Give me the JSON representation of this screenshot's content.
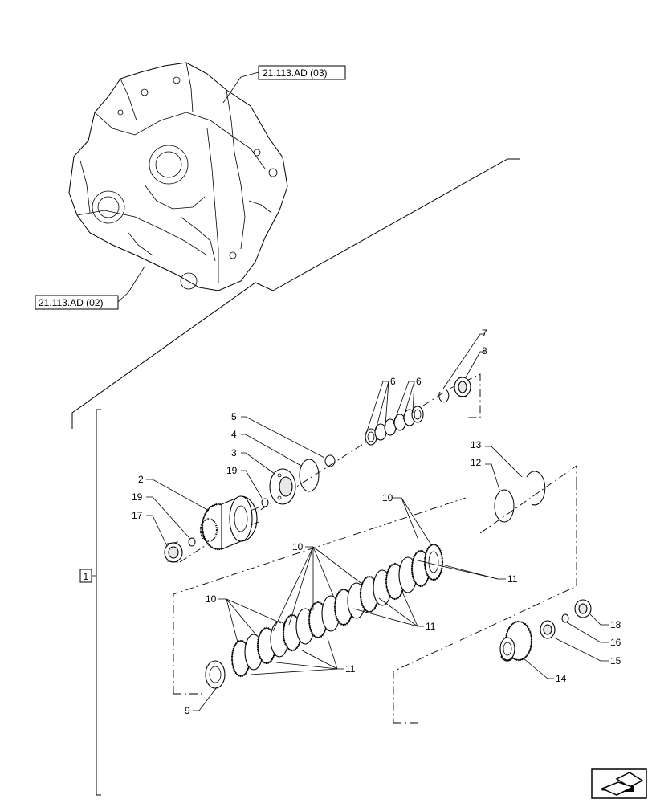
{
  "references": {
    "upper": "21.113.AD (03)",
    "lower": "21.113.AD (02)"
  },
  "group_label": "1",
  "callouts": {
    "c2": "2",
    "c3": "3",
    "c4": "4",
    "c5": "5",
    "c6a": "6",
    "c6b": "6",
    "c7": "7",
    "c8": "8",
    "c9": "9",
    "c10a": "10",
    "c10b": "10",
    "c10c": "10",
    "c11a": "11",
    "c11b": "11",
    "c11c": "11",
    "c12": "12",
    "c13": "13",
    "c14": "14",
    "c15": "15",
    "c16": "16",
    "c17": "17",
    "c18": "18",
    "c19a": "19",
    "c19b": "19"
  },
  "icons": {
    "nav": "next-page-arrow-icon"
  }
}
